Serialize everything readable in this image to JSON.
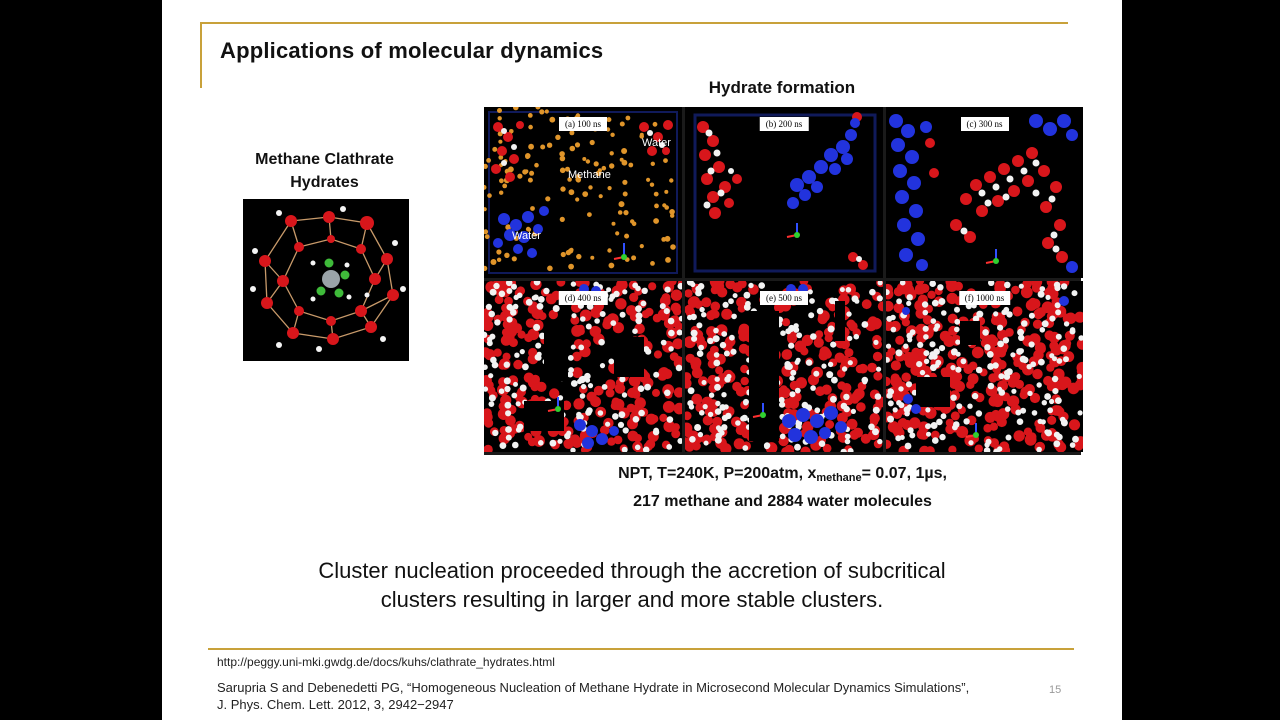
{
  "slide": {
    "title": "Applications of molecular dynamics",
    "figure_heading": "Hydrate formation",
    "clathrate_label_line1": "Methane Clathrate",
    "clathrate_label_line2": "Hydrates",
    "panels": [
      {
        "label": "(a) 100 ns"
      },
      {
        "label": "(b) 200 ns"
      },
      {
        "label": "(c) 300 ns"
      },
      {
        "label": "(d) 400 ns"
      },
      {
        "label": "(e) 500 ns"
      },
      {
        "label": "(f) 1000 ns"
      }
    ],
    "annotations": {
      "water_top": "Water",
      "methane": "Methane",
      "water_bottom": "Water"
    },
    "caption_prefix": "NPT, T=240K, P=200atm, x",
    "caption_sub": "methane",
    "caption_suffix": "= 0.07, 1µs,",
    "caption_line2": "217 methane and 2884 water molecules",
    "body_line1": "Cluster nucleation proceeded through the accretion of subcritical",
    "body_line2": "clusters resulting in larger and more stable clusters.",
    "url": "http://peggy.uni-mki.gwdg.de/docs/kuhs/clathrate_hydrates.html",
    "reference_line1": "Sarupria S  and Debenedetti PG, “Homogeneous Nucleation of Methane Hydrate in Microsecond Molecular Dynamics Simulations”,",
    "reference_line2": "J. Phys. Chem. Lett. 2012, 3, 2942−2947",
    "page_number": "15"
  },
  "colors": {
    "accent_rule": "#c8a13a",
    "oxygen_red": "#d8161b",
    "hydrogen_white": "#f2f2f2",
    "methane_orange": "#e0952a",
    "water_blue": "#2233dd"
  }
}
